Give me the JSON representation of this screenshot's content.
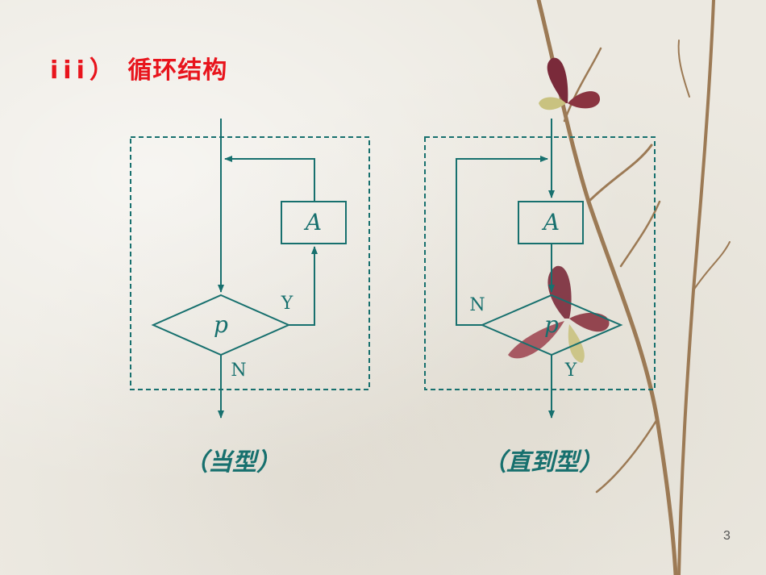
{
  "slide": {
    "title_prefix": "iii）",
    "title_main": "循环结构",
    "page_number": "3"
  },
  "diagrams": {
    "left": {
      "box_label": "A",
      "condition_label": "p",
      "yes_label": "Y",
      "no_label": "N",
      "caption": "（当型）"
    },
    "right": {
      "box_label": "A",
      "condition_label": "p",
      "yes_label": "Y",
      "no_label": "N",
      "caption": "（直到型）"
    }
  },
  "colors": {
    "title": "#e8141c",
    "diagram": "#17706e",
    "branch": "#9c7a55",
    "butterfly": "#7a2a3a"
  }
}
